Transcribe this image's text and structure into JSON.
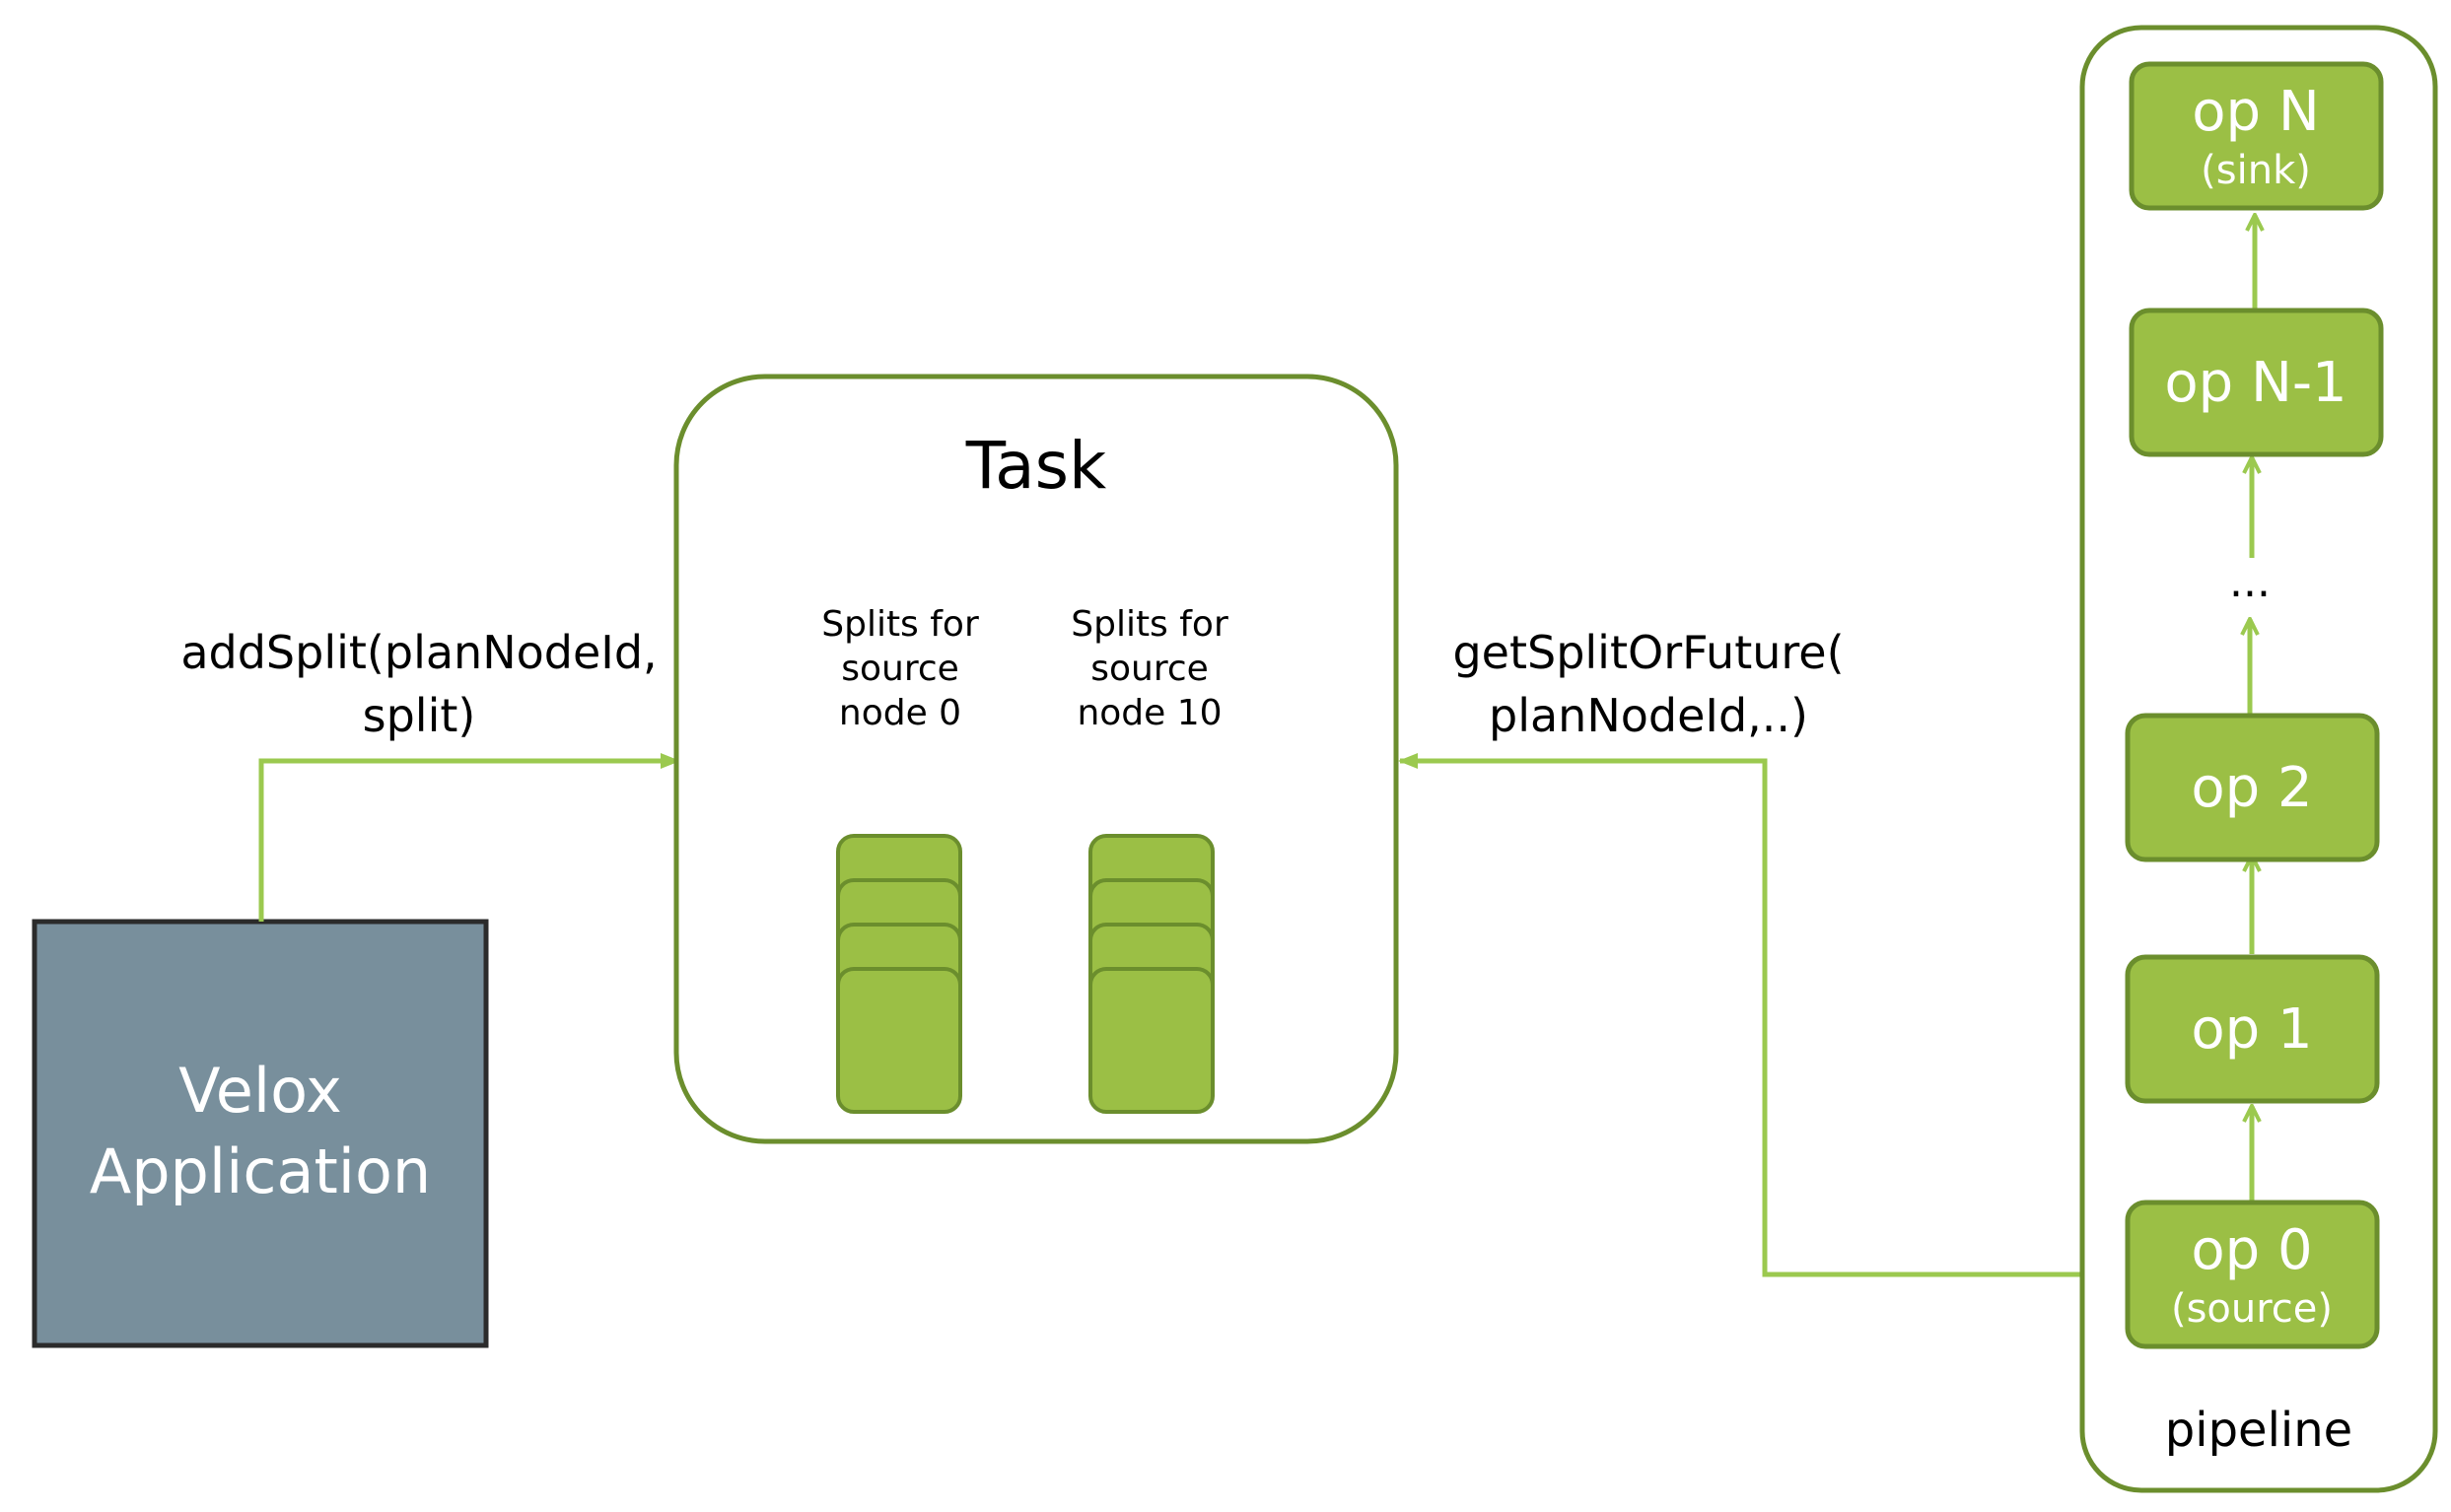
{
  "application": {
    "line1": "Velox",
    "line2": "Application"
  },
  "add_split": {
    "line1": "addSplit(planNodeId,",
    "line2": "split)"
  },
  "task": {
    "title": "Task",
    "queues": [
      {
        "line1": "Splits for",
        "line2": "source",
        "line3": "node 0"
      },
      {
        "line1": "Splits for",
        "line2": "source",
        "line3": "node 10"
      }
    ]
  },
  "get_split": {
    "line1": "getSplitOrFuture(",
    "line2": "planNodeId,..)"
  },
  "pipeline": {
    "label": "pipeline",
    "ellipsis": "...",
    "ops": [
      {
        "name": "op N",
        "sub": "(sink)"
      },
      {
        "name": "op N-1",
        "sub": ""
      },
      {
        "name": "op 2",
        "sub": ""
      },
      {
        "name": "op 1",
        "sub": ""
      },
      {
        "name": "op 0",
        "sub": "(source)"
      }
    ]
  },
  "colors": {
    "green_fill": "#9bbf45",
    "green_stroke": "#6b8e2d",
    "arrow_green": "#9bc94f",
    "app_fill": "#788f9c",
    "app_stroke": "#2b2b2b"
  }
}
